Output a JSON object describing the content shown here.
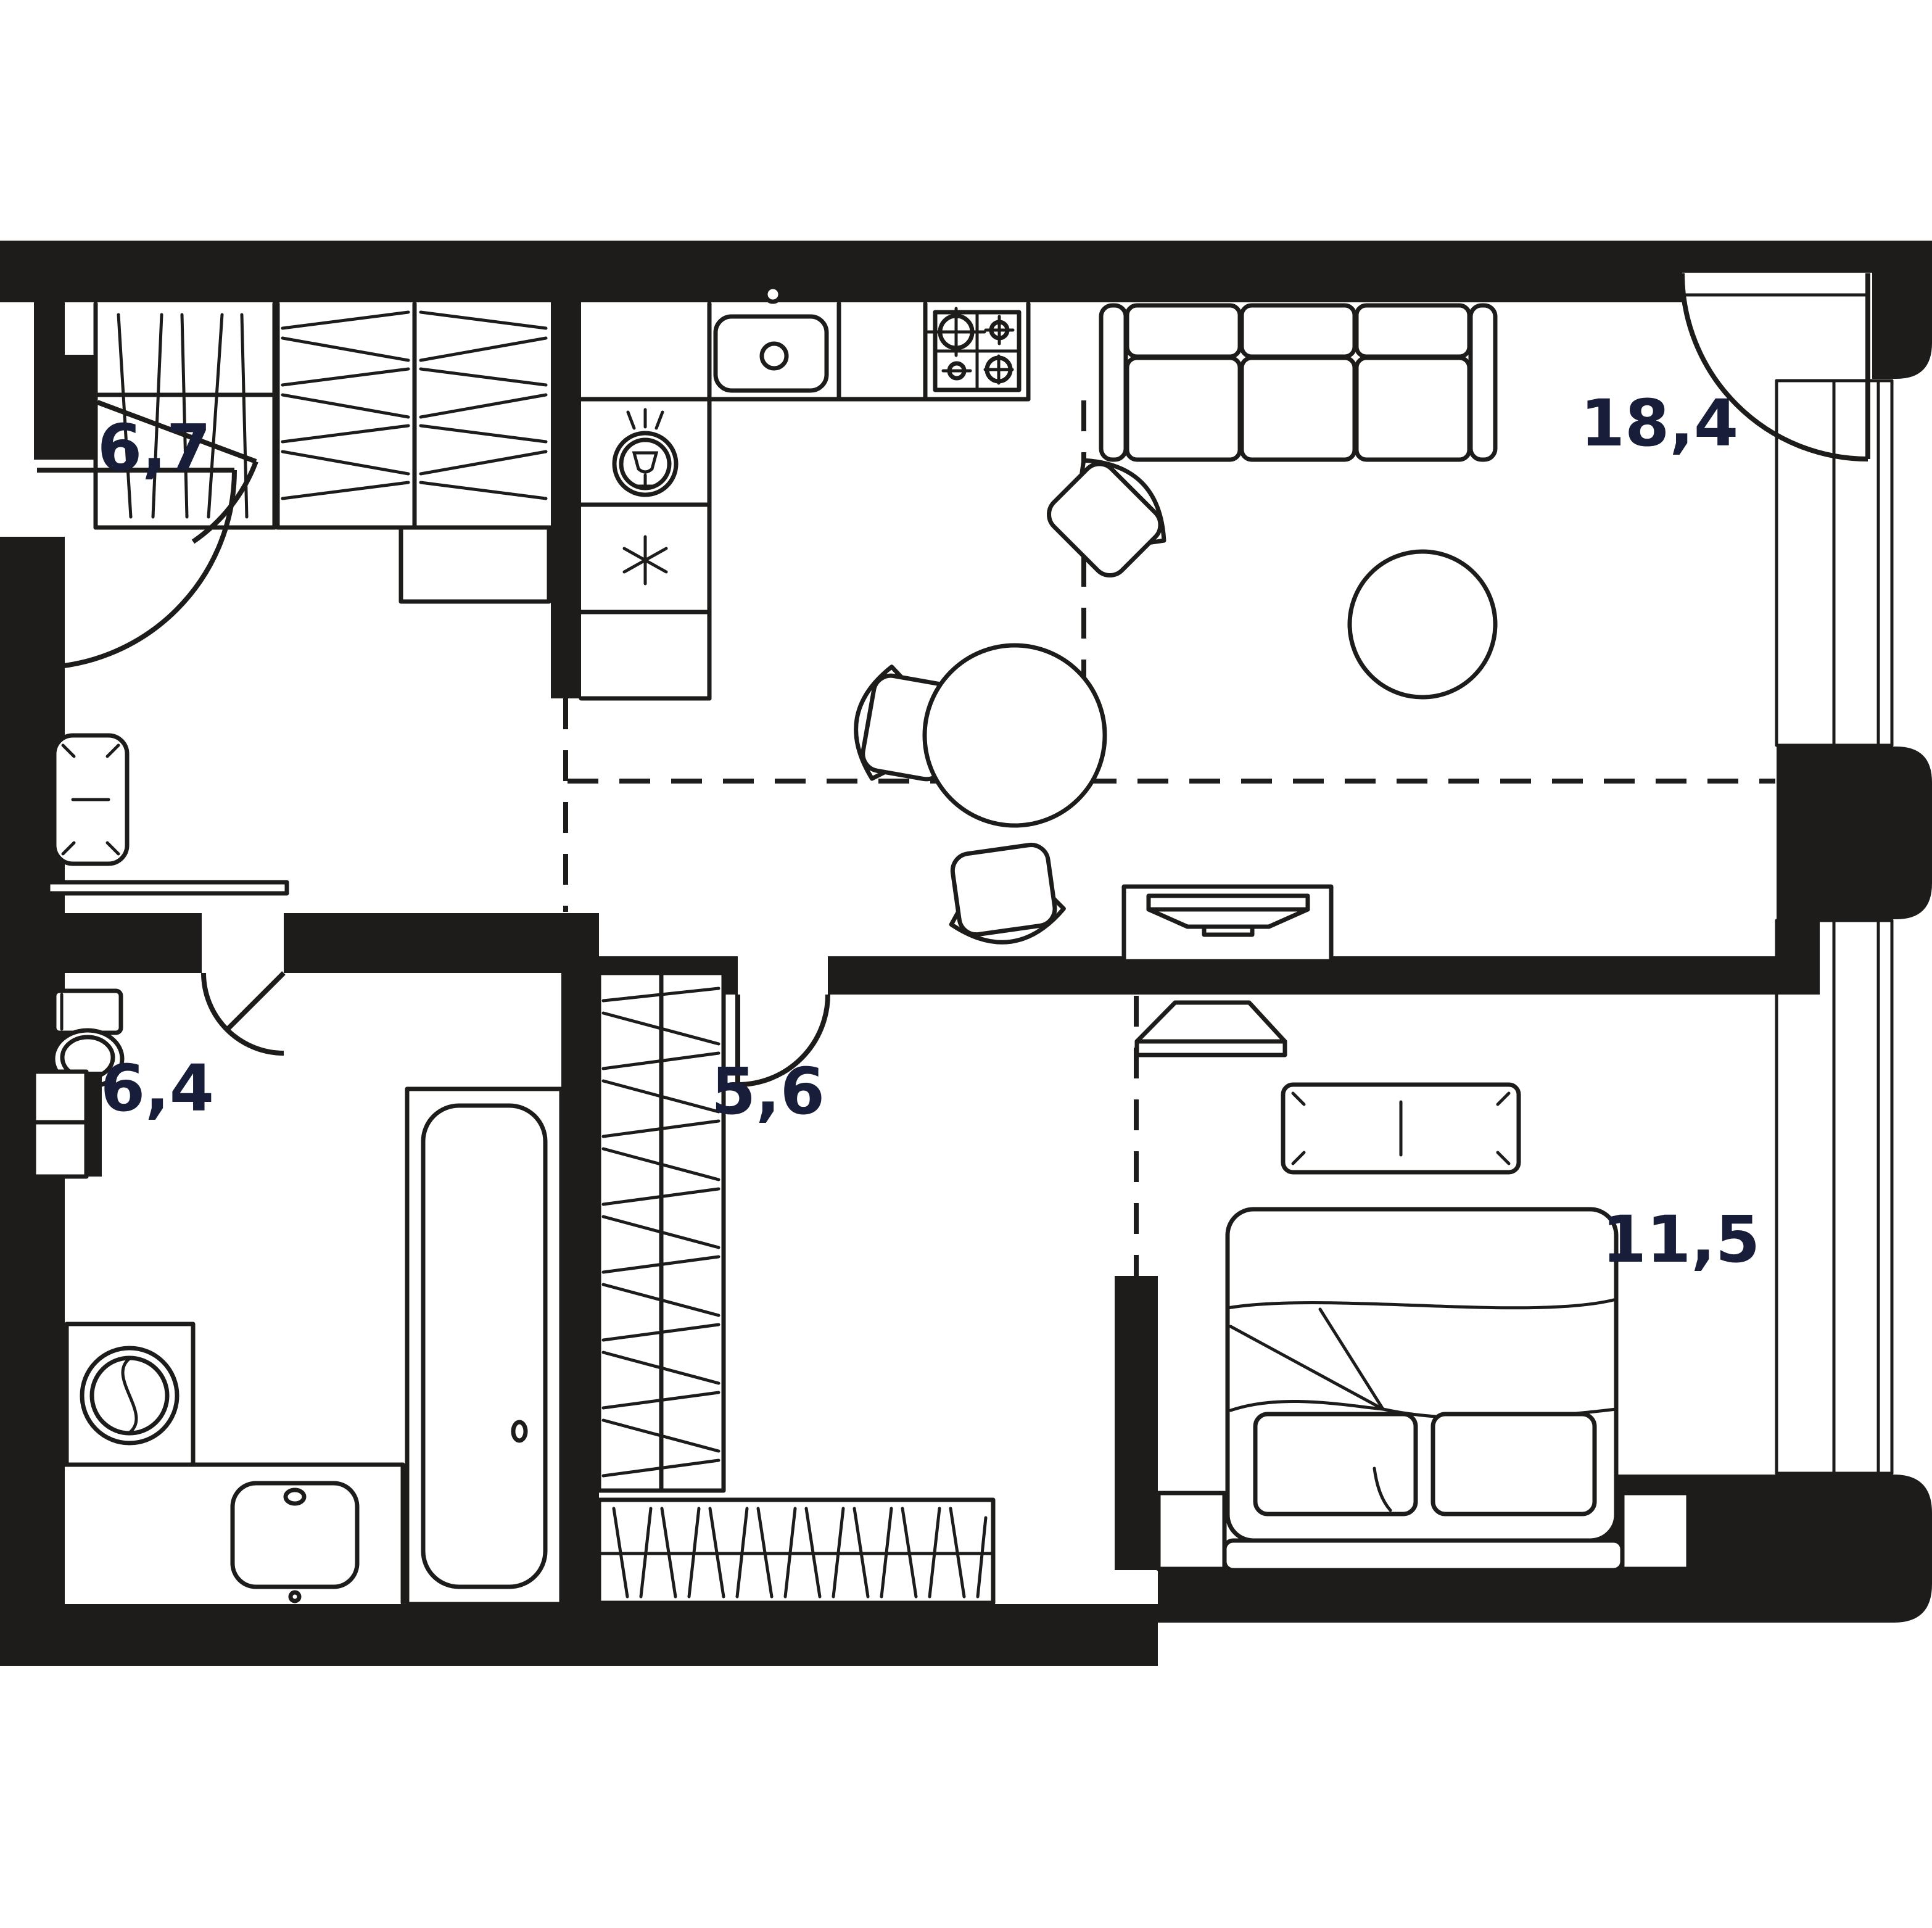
{
  "plan": {
    "type": "apartment-floor-plan",
    "area_unit_implied": "m2",
    "rooms": [
      {
        "id": "entry-hall",
        "area_label": "6,7"
      },
      {
        "id": "kitchen-living",
        "area_label": "18,4"
      },
      {
        "id": "bathroom",
        "area_label": "6,4"
      },
      {
        "id": "corridor",
        "area_label": "5,6"
      },
      {
        "id": "bedroom",
        "area_label": "11,5"
      }
    ],
    "colors": {
      "walls": "#1e1c1a",
      "linework": "#1e1c1a",
      "labels": "#181d39",
      "background": "#ffffff"
    },
    "fixtures": [
      "entry-wardrobe",
      "hanger-rod-closet",
      "bench",
      "console-shelf",
      "kitchen-counter",
      "kitchen-sink",
      "gas-stove",
      "dishwasher",
      "freezer",
      "dining-table",
      "dining-chairs",
      "sofa",
      "round-rug",
      "tv-console",
      "tv-living",
      "tv-bedroom",
      "toilet",
      "vent-shafts",
      "washing-machine",
      "vanity-sink",
      "bathtub",
      "corridor-wardrobe",
      "shoe-rack",
      "double-bed",
      "pillows",
      "nightstands",
      "dresser",
      "entrance-door",
      "bathroom-door",
      "corridor-door",
      "balcony-door",
      "windows",
      "zone-dashed-lines"
    ]
  }
}
